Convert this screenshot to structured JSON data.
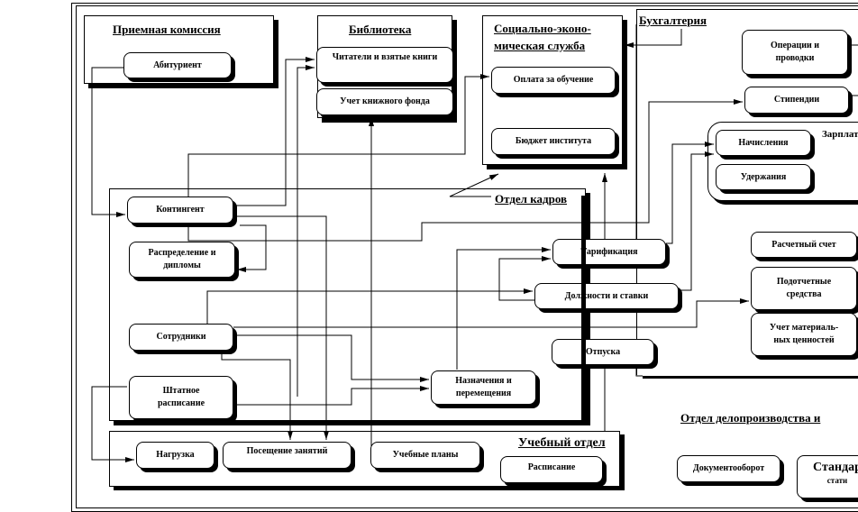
{
  "diagram": {
    "departments": {
      "admissions": {
        "title": "Приемная комиссия",
        "nodes": {
          "applicant": "Абитуриент"
        }
      },
      "library": {
        "title": "Библиотека",
        "nodes": {
          "readers": "Читатели и взятые книги",
          "book_fund": "Учет книжного фонда"
        }
      },
      "socio_economic": {
        "title_line1": "Социально-эконо-",
        "title_line2": "мическая служба",
        "nodes": {
          "tuition": "Оплата за обучение",
          "budget": "Бюджет института"
        }
      },
      "accounting": {
        "title": "Бухгалтерия",
        "nodes": {
          "operations_line1": "Операции и",
          "operations_line2": "проводки",
          "stipends": "Стипендии",
          "salary_group": "Зарплата",
          "accruals": "Начисления",
          "deductions": "Удержания",
          "settlement_account": "Расчетный счет",
          "accountable_line1": "Подотчетные",
          "accountable_line2": "средства",
          "materials_line1": "Учет материаль-",
          "materials_line2": "ных ценностей"
        }
      },
      "hr": {
        "title": "Отдел кадров",
        "nodes": {
          "contingent": "Контингент",
          "distribution_line1": "Распределение и",
          "distribution_line2": "дипломы",
          "tariffication": "Тарификация",
          "positions": "Должности и ставки",
          "vacations": "Отпуска",
          "employees": "Сотрудники",
          "staffing_line1": "Штатное",
          "staffing_line2": "расписание",
          "appointments_line1": "Назначения и",
          "appointments_line2": "перемещения"
        }
      },
      "academic": {
        "title": "Учебный отдел",
        "nodes": {
          "workload": "Нагрузка",
          "attendance": "Посещение занятий",
          "curricula": "Учебные планы",
          "schedule": "Расписание"
        }
      },
      "records": {
        "title": "Отдел делопроизводства и",
        "nodes": {
          "document_flow": "Документооборот",
          "standards_line1": "Стандар",
          "standards_line2": "стати"
        }
      }
    }
  }
}
